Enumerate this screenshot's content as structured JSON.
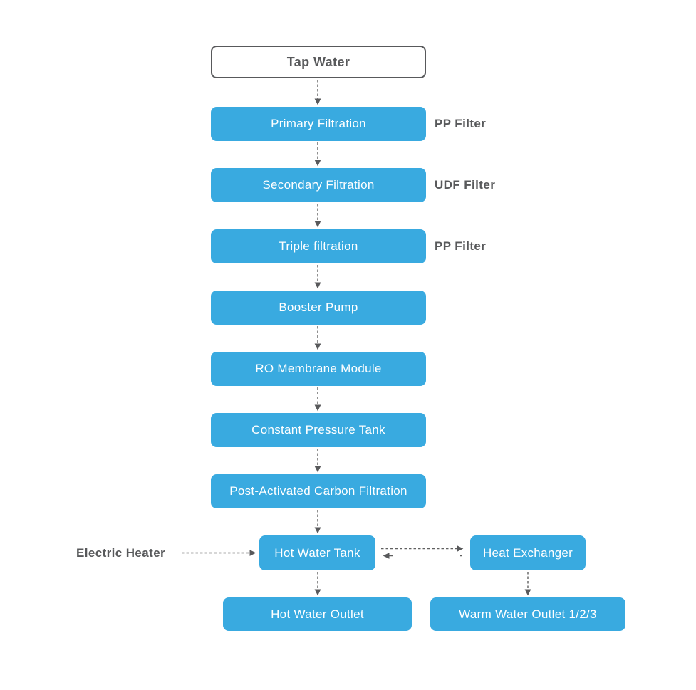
{
  "diagram": {
    "type": "flowchart",
    "subject": "water-purification-and-heating-process",
    "background": "#ffffff",
    "nodes": {
      "tap_water": "Tap Water",
      "primary_filtration": "Primary Filtration",
      "secondary_filtration": "Secondary Filtration",
      "triple_filtration": "Triple filtration",
      "booster_pump": "Booster Pump",
      "ro_membrane_module": "RO Membrane Module",
      "constant_pressure_tank": "Constant Pressure Tank",
      "post_activated_carbon_filtration": "Post-Activated Carbon Filtration",
      "hot_water_tank": "Hot Water Tank",
      "heat_exchanger": "Heat Exchanger",
      "hot_water_outlet": "Hot Water Outlet",
      "warm_water_outlet": "Warm Water Outlet 1/2/3"
    },
    "annotations": {
      "primary_filter_type": "PP Filter",
      "secondary_filter_type": "UDF Filter",
      "triple_filter_type": "PP Filter",
      "electric_heater": "Electric Heater"
    },
    "edges": [
      {
        "from": "tap_water",
        "to": "primary_filtration",
        "style": "dashed-arrow"
      },
      {
        "from": "primary_filtration",
        "to": "secondary_filtration",
        "style": "dashed-arrow"
      },
      {
        "from": "secondary_filtration",
        "to": "triple_filtration",
        "style": "dashed-arrow"
      },
      {
        "from": "triple_filtration",
        "to": "booster_pump",
        "style": "dashed-arrow"
      },
      {
        "from": "booster_pump",
        "to": "ro_membrane_module",
        "style": "dashed-arrow"
      },
      {
        "from": "ro_membrane_module",
        "to": "constant_pressure_tank",
        "style": "dashed-arrow"
      },
      {
        "from": "constant_pressure_tank",
        "to": "post_activated_carbon_filtration",
        "style": "dashed-arrow"
      },
      {
        "from": "post_activated_carbon_filtration",
        "to": "hot_water_tank",
        "style": "dashed-arrow"
      },
      {
        "from": "electric_heater",
        "to": "hot_water_tank",
        "style": "dashed-arrow"
      },
      {
        "from": "hot_water_tank",
        "to": "heat_exchanger",
        "style": "dashed-arrow"
      },
      {
        "from": "heat_exchanger",
        "to": "hot_water_tank",
        "style": "dashed-arrow"
      },
      {
        "from": "hot_water_tank",
        "to": "hot_water_outlet",
        "style": "dashed-arrow"
      },
      {
        "from": "heat_exchanger",
        "to": "warm_water_outlet",
        "style": "dashed-arrow"
      }
    ],
    "colors": {
      "process_fill": "#39aae0",
      "process_text": "#ffffff",
      "start_border": "#58595b",
      "label_text": "#58595b",
      "arrow": "#606060"
    }
  }
}
